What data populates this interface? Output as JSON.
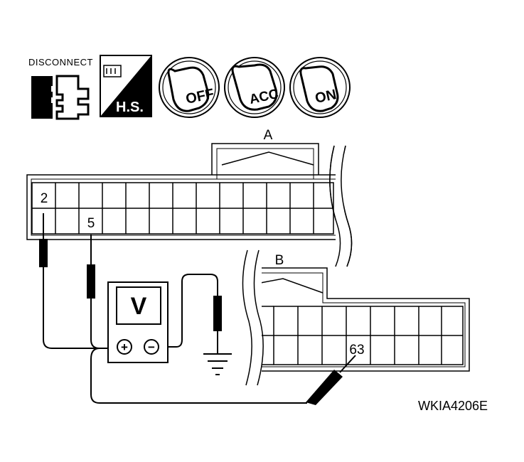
{
  "icons": {
    "disconnect_label": "DISCONNECT",
    "hs_label": "H.S.",
    "ignition_positions": [
      "OFF",
      "ACC",
      "ON"
    ]
  },
  "connector_a": {
    "label": "A",
    "pins": [
      "2",
      "5"
    ]
  },
  "connector_b": {
    "label": "B",
    "pins": [
      "63"
    ]
  },
  "meter": {
    "label": "V",
    "plus": "+",
    "minus": "−"
  },
  "ground_symbol": "ground-symbol",
  "figure_code": "WKIA4206E"
}
